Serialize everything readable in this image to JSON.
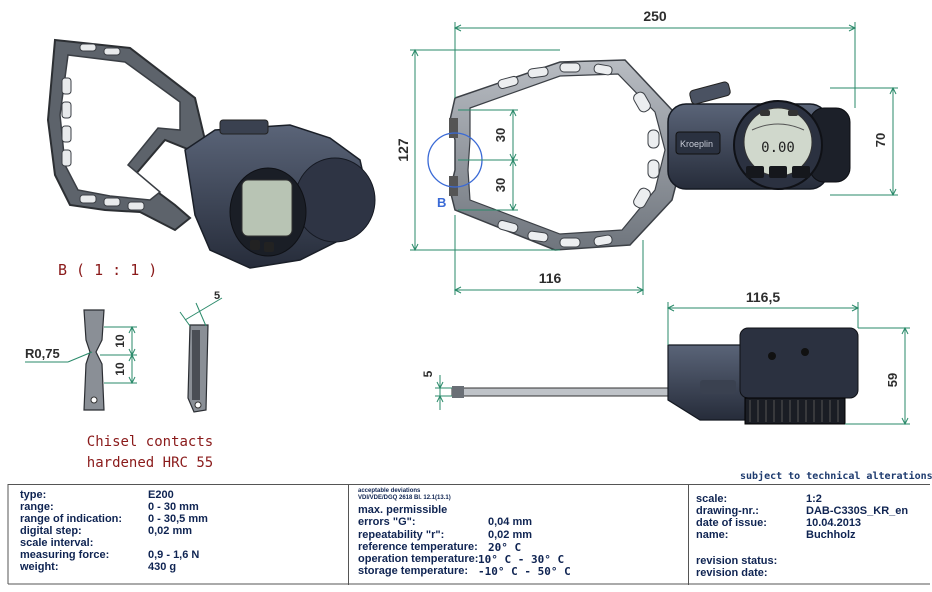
{
  "dimensions": {
    "total_width": "250",
    "height": "127",
    "upper_jaw": "30",
    "lower_jaw": "30",
    "body_height": "70",
    "depth": "116",
    "side_width": "116,5",
    "side_height": "59",
    "contact_thickness": "5",
    "detail_upper": "10",
    "detail_lower": "10",
    "radius": "R0,75",
    "detail_width": "5"
  },
  "labels": {
    "detail_marker": "B",
    "detail_title": "B ( 1 : 1 )",
    "chisel_line1": "Chisel contacts",
    "chisel_line2": "hardened HRC 55",
    "brand": "Kroeplin",
    "display_value": "0.00",
    "subject_note": "subject to technical alterations"
  },
  "spec_table": [
    {
      "label": "type:",
      "value": "E200"
    },
    {
      "label": "range:",
      "value": "0 - 30 mm"
    },
    {
      "label": "range of indication:",
      "value": "0 - 30,5 mm"
    },
    {
      "label": "digital step:",
      "value": "0,02 mm"
    },
    {
      "label": "scale interval:",
      "value": ""
    },
    {
      "label": "measuring force:",
      "value": "0,9 - 1,6 N"
    },
    {
      "label": "weight:",
      "value": "430 g"
    }
  ],
  "deviations": {
    "header1": "acceptable deviations",
    "header2": "VDI/VDE/DGQ 2618 Bl. 12.1(13.1)",
    "max_line1": "max. permissible",
    "rows": [
      {
        "label": "errors \"G\":",
        "value": "0,04 mm"
      },
      {
        "label": "repeatability \"r\":",
        "value": "0,02 mm"
      },
      {
        "label": "reference temperature:",
        "value": "20° C"
      },
      {
        "label": "operation temperature:",
        "value": "10° C - 30° C"
      },
      {
        "label": "storage temperature:",
        "value": "-10° C - 50° C"
      }
    ]
  },
  "drawing_info": [
    {
      "label": "scale:",
      "value": "1:2"
    },
    {
      "label": "drawing-nr.:",
      "value": "DAB-C330S_KR_en"
    },
    {
      "label": "date of issue:",
      "value": "10.04.2013"
    },
    {
      "label": "name:",
      "value": "Buchholz"
    },
    {
      "label": "revision status:",
      "value": ""
    },
    {
      "label": "revision date:",
      "value": ""
    }
  ],
  "colors": {
    "frame_gray": "#9aa0a8",
    "body_dark": "#3a4456",
    "dim_green": "#2a8a6a",
    "text_blue": "#0f2452",
    "detail_circle": "#3a6ad6"
  }
}
